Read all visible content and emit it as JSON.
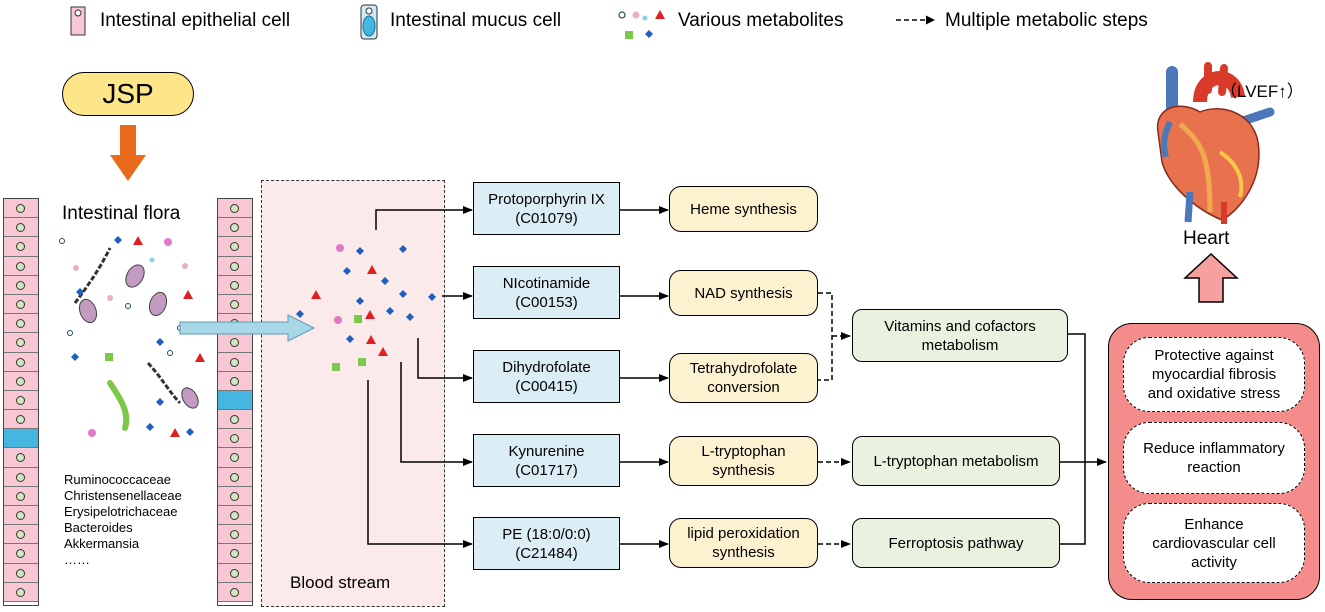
{
  "legend": {
    "epithelial": "Intestinal epithelial cell",
    "mucus": "Intestinal mucus cell",
    "metabolites": "Various metabolites",
    "steps": "Multiple metabolic steps"
  },
  "jsp": "JSP",
  "intestinal_flora": "Intestinal flora",
  "flora_list": [
    "Ruminococcaceae",
    "Christensenellaceae",
    "Erysipelotrichaceae",
    "Bacteroides",
    "Akkermansia",
    "……"
  ],
  "blood_stream": "Blood stream",
  "metabolites": [
    {
      "name": "Protoporphyrin IX",
      "id": "(C01079)"
    },
    {
      "name": "NIcotinamide",
      "id": "(C00153)"
    },
    {
      "name": "Dihydrofolate",
      "id": "(C00415)"
    },
    {
      "name": "Kynurenine",
      "id": "(C01717)"
    },
    {
      "name": "PE (18:0/0:0)",
      "id": "(C21484)"
    }
  ],
  "synthesis": [
    {
      "line1": "Heme synthesis",
      "line2": ""
    },
    {
      "line1": "NAD synthesis",
      "line2": ""
    },
    {
      "line1": "Tetrahydrofolate",
      "line2": "conversion"
    },
    {
      "line1": "L-tryptophan",
      "line2": "synthesis"
    },
    {
      "line1": "lipid peroxidation",
      "line2": "synthesis"
    }
  ],
  "pathways": [
    {
      "line1": "Vitamins and cofactors",
      "line2": "metabolism"
    },
    {
      "line1": "L-tryptophan metabolism",
      "line2": ""
    },
    {
      "line1": "Ferroptosis pathway",
      "line2": ""
    }
  ],
  "effects": [
    {
      "line1": "Protective against",
      "line2": "myocardial fibrosis",
      "line3": "and oxidative stress"
    },
    {
      "line1": "Reduce inflammatory",
      "line2": "reaction",
      "line3": ""
    },
    {
      "line1": "Enhance",
      "line2": "cardiovascular cell",
      "line3": "activity"
    }
  ],
  "heart": {
    "label": "Heart",
    "lvef": "（LVEF↑）"
  },
  "colors": {
    "jsp_fill": "#fde68a",
    "orange_arrow": "#ea6a1c",
    "blood_fill": "#fbeaea",
    "metabolite_box": "#dceef5",
    "synthesis_box": "#fdf2cf",
    "pathway_box": "#e8f2de",
    "effects_panel": "#f48c8c",
    "heart_arrow": "#f6a0a0",
    "epithelial_cell": "#f7c8d4",
    "mucus_cell": "#45b6e0",
    "transport_arrow": "#a8d8e8"
  }
}
